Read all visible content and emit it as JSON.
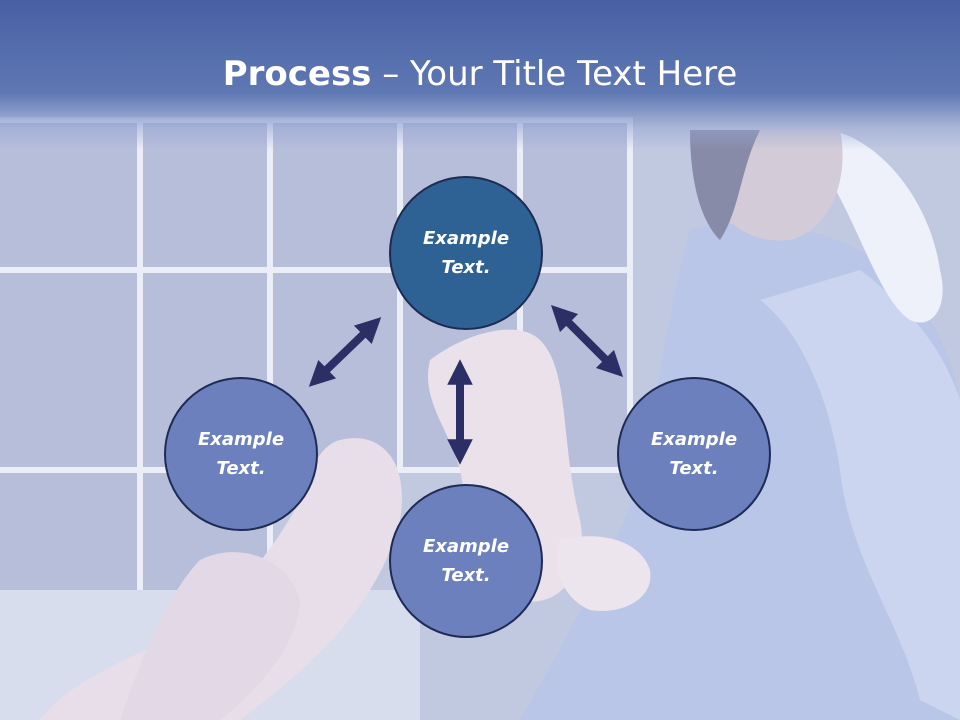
{
  "title": {
    "bold": "Process",
    "rest": " – Your Title Text Here"
  },
  "nodes": {
    "top": {
      "line1": "Example",
      "line2": "Text."
    },
    "left": {
      "line1": "Example",
      "line2": "Text."
    },
    "right": {
      "line1": "Example",
      "line2": "Text."
    },
    "bottom": {
      "line1": "Example",
      "line2": "Text."
    }
  },
  "colors": {
    "title_band": "#4a63a8",
    "node_active": "#2e6194",
    "node_default": "#6b80bc",
    "arrow": "#2b2f66"
  }
}
